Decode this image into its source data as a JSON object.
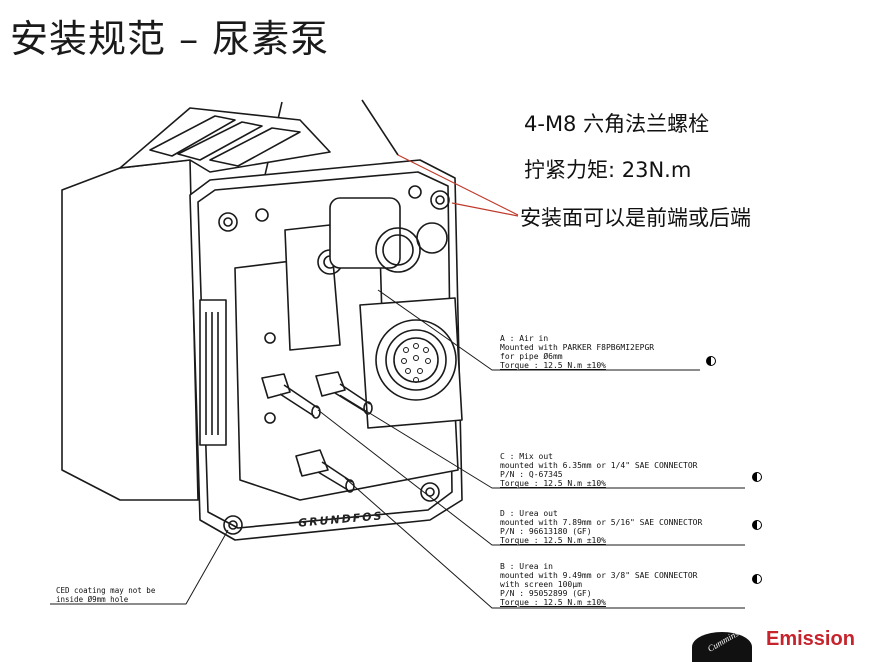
{
  "title": "安装规范 – 尿素泵",
  "notes": {
    "bolts": "4-M8 六角法兰螺栓",
    "torque": "拧紧力矩: 23N.m",
    "mounting": "安装面可以是前端或后端"
  },
  "specs": {
    "a": [
      "A : Air in",
      "Mounted with PARKER F8PB6MI2EPGR",
      "for pipe Ø6mm",
      "Torque : 12.5 N.m ±10%"
    ],
    "c": [
      "C : Mix out",
      "mounted with 6.35mm or 1/4\" SAE CONNECTOR",
      "P/N : Q-67345",
      "Torque : 12.5 N.m ±10%"
    ],
    "d": [
      "D : Urea out",
      "mounted with 7.89mm or 5/16\" SAE CONNECTOR",
      "P/N : 96613180 (GF)",
      "Torque : 12.5 N.m ±10%"
    ],
    "b": [
      "B : Urea in",
      "mounted with 9.49mm or 3/8\" SAE CONNECTOR",
      "with screen 100µm",
      "P/N : 95052899 (GF)",
      "Torque : 12.5 N.m ±10%"
    ]
  },
  "coating_note": [
    "CED coating may not be",
    "inside Ø9mm hole"
  ],
  "brand_plate": "GRUNDFOS",
  "logo": {
    "text": "Emission",
    "mark": "Cummins",
    "color": "#c6232d"
  },
  "colors": {
    "leader_red": "#c0392b",
    "line": "#1a1a1a"
  }
}
